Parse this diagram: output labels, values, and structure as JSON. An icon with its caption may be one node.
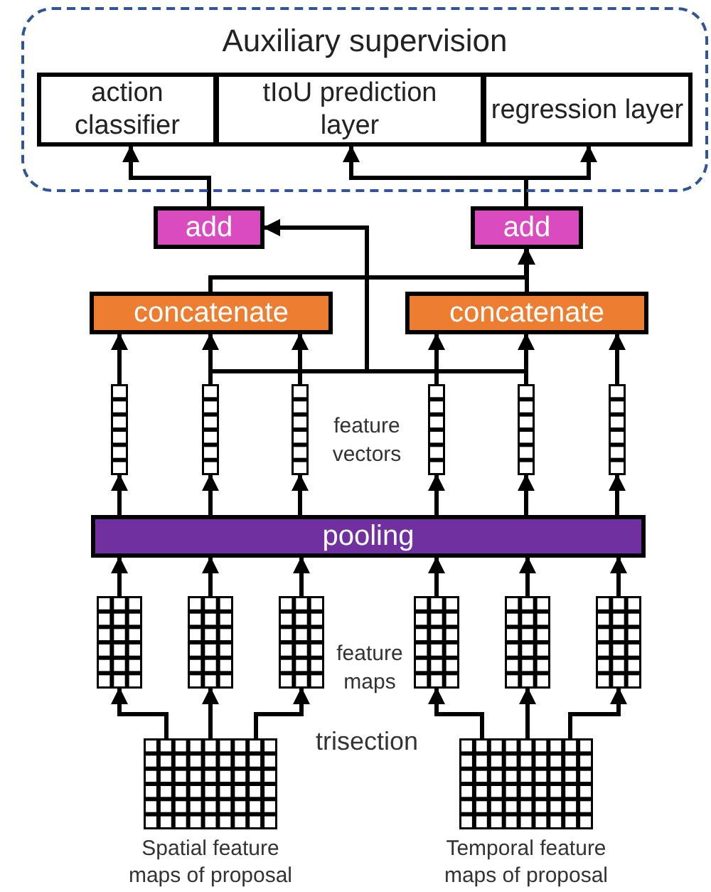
{
  "diagram": {
    "nodes": [
      {
        "text": [
          "Auxiliary supervision"
        ]
      },
      {
        "text": [
          "action classifier"
        ],
        "in": 0
      },
      {
        "text": [
          "tIoU prediction layer"
        ],
        "in": 0
      },
      {
        "text": [
          "regression layer"
        ],
        "in": 0
      },
      {
        "text": [
          "add"
        ]
      },
      {
        "text": [
          "add"
        ]
      },
      {
        "text": [
          "concatenate"
        ]
      },
      {
        "text": [
          "concatenate"
        ]
      },
      {
        "text": [],
        "shape": "bar"
      },
      {
        "text": [],
        "shape": "bar"
      },
      {
        "text": [],
        "shape": "bar"
      },
      {
        "text": [],
        "shape": "bar"
      },
      {
        "text": [],
        "shape": "bar"
      },
      {
        "text": [],
        "shape": "bar"
      },
      {
        "text": [
          "pooling"
        ]
      },
      {
        "text": [],
        "shape": "grid"
      },
      {
        "text": [],
        "shape": "grid"
      },
      {
        "text": [],
        "shape": "grid"
      },
      {
        "text": [],
        "shape": "grid"
      },
      {
        "text": [],
        "shape": "grid"
      },
      {
        "text": [],
        "shape": "grid"
      },
      {
        "text": [],
        "shape": "grid",
        "beside": [
          "Spatial feature maps of proposal"
        ]
      },
      {
        "text": [],
        "shape": "grid",
        "beside": [
          "Temporal feature maps of proposal"
        ]
      }
    ],
    "edges": [
      {
        "from": 21,
        "to": 15,
        "arrow": "to"
      },
      {
        "from": 21,
        "to": 16,
        "arrow": "to"
      },
      {
        "from": 21,
        "to": 17,
        "arrow": "to"
      },
      {
        "from": 22,
        "to": 18,
        "arrow": "to"
      },
      {
        "from": 22,
        "to": 19,
        "arrow": "to"
      },
      {
        "from": 22,
        "to": 20,
        "arrow": "to"
      },
      {
        "from": 15,
        "to": 14,
        "arrow": "to"
      },
      {
        "from": 16,
        "to": 14,
        "arrow": "to"
      },
      {
        "from": 17,
        "to": 14,
        "arrow": "to"
      },
      {
        "from": 18,
        "to": 14,
        "arrow": "to"
      },
      {
        "from": 19,
        "to": 14,
        "arrow": "to"
      },
      {
        "from": 20,
        "to": 14,
        "arrow": "to"
      },
      {
        "from": 14,
        "to": 8,
        "arrow": "to"
      },
      {
        "from": 14,
        "to": 9,
        "arrow": "to"
      },
      {
        "from": 14,
        "to": 10,
        "arrow": "to"
      },
      {
        "from": 14,
        "to": 11,
        "arrow": "to"
      },
      {
        "from": 14,
        "to": 12,
        "arrow": "to"
      },
      {
        "from": 14,
        "to": 13,
        "arrow": "to"
      },
      {
        "from": 8,
        "to": 6,
        "arrow": "to"
      },
      {
        "from": 9,
        "to": 6,
        "arrow": "to"
      },
      {
        "from": 10,
        "to": 6,
        "arrow": "to"
      },
      {
        "from": 11,
        "to": 7,
        "arrow": "to"
      },
      {
        "from": 12,
        "to": 7,
        "arrow": "to"
      },
      {
        "from": 13,
        "to": 7,
        "arrow": "to"
      },
      {
        "from": 9,
        "to": 4,
        "arrow": "to"
      },
      {
        "from": 12,
        "to": 4,
        "arrow": "to"
      },
      {
        "from": 6,
        "to": 5,
        "arrow": "to"
      },
      {
        "from": 7,
        "to": 5,
        "arrow": "to"
      },
      {
        "from": 4,
        "to": 1,
        "arrow": "to"
      },
      {
        "from": 5,
        "to": 2,
        "arrow": "to"
      },
      {
        "from": 5,
        "to": 3,
        "arrow": "to"
      }
    ],
    "labels": [
      "feature vectors",
      "feature maps",
      "trisection"
    ]
  }
}
